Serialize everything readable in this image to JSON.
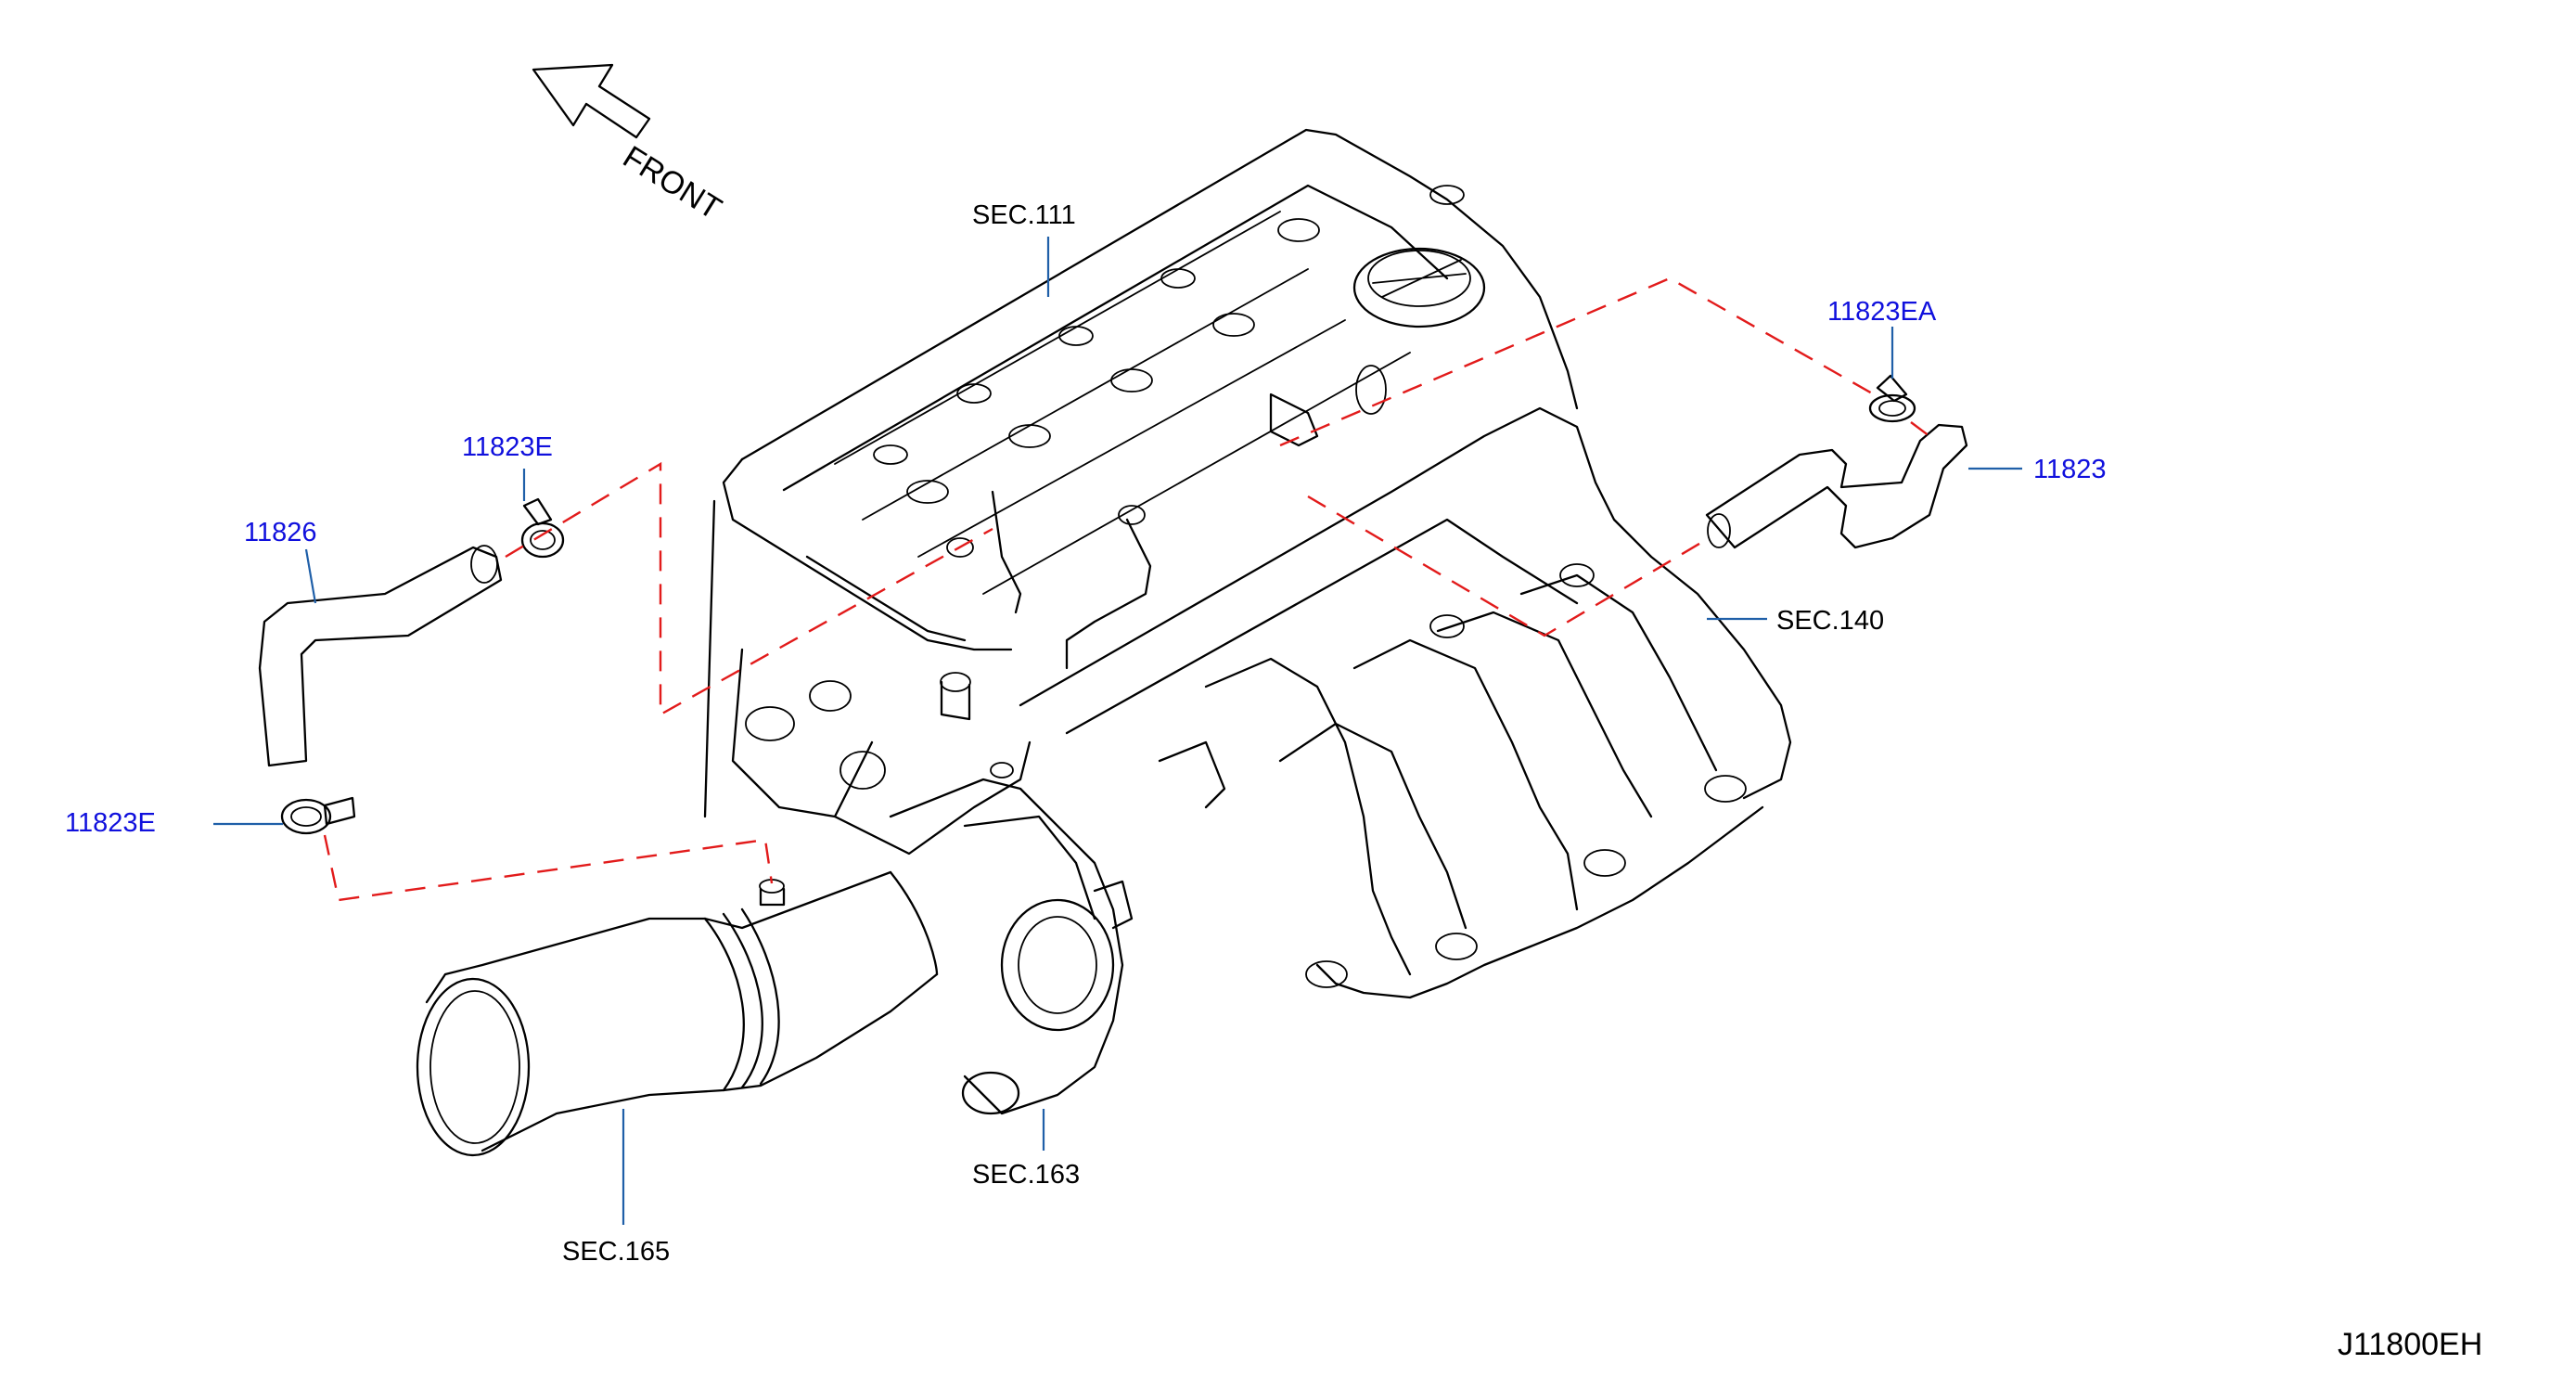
{
  "diagram": {
    "direction_label": "FRONT",
    "drawing_code": "J11800EH",
    "parts": {
      "p11823EA": "11823EA",
      "p11823": "11823",
      "p11823E_top": "11823E",
      "p11823E_bottom": "11823E",
      "p11826": "11826"
    },
    "sections": {
      "s111": "SEC.111",
      "s140": "SEC.140",
      "s163": "SEC.163",
      "s165": "SEC.165"
    }
  },
  "colors": {
    "part_number": "#1010dd",
    "section_ref": "#000000",
    "hose_route": "#e21b1b",
    "leader": "#1f5fa8"
  }
}
